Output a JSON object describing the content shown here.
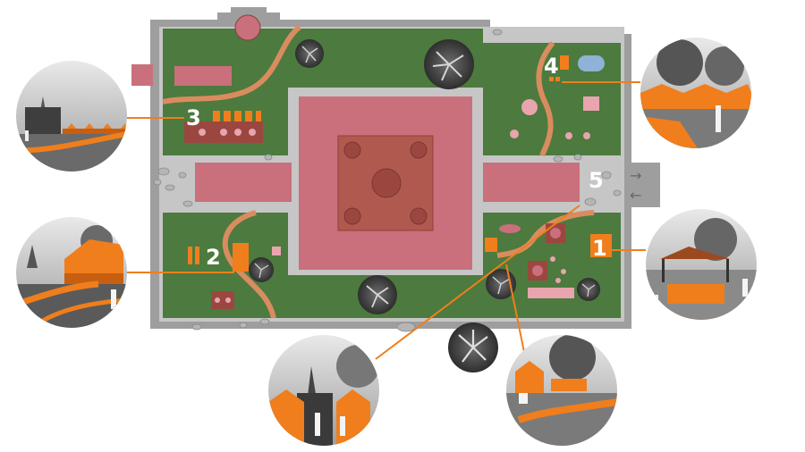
{
  "colors": {
    "wall": "#9a9a9a",
    "path": "#bdbdbd",
    "grass": "#4d7a3e",
    "temple": "#c9707c",
    "temple_core": "#b05a4f",
    "orange": "#f07e1c",
    "pond": "#8eb3d6",
    "pink": "#e8a5ae",
    "tree_dark": "#3a3a3a",
    "rock": "#b5b5b5"
  },
  "markers": [
    {
      "id": "1",
      "label": "1"
    },
    {
      "id": "2",
      "label": "2"
    },
    {
      "id": "3",
      "label": "3"
    },
    {
      "id": "4",
      "label": "4"
    },
    {
      "id": "5",
      "label": "5"
    }
  ],
  "arrows": {
    "in": "→",
    "out": "←"
  },
  "photos": [
    {
      "name": "photo-zone-3",
      "subject": "stall-row-with-chedi"
    },
    {
      "name": "photo-zone-2",
      "subject": "tent-and-path"
    },
    {
      "name": "photo-zone-4",
      "subject": "lantern-stalls"
    },
    {
      "name": "photo-zone-1",
      "subject": "canopy-market"
    },
    {
      "name": "photo-zone-5",
      "subject": "temple-gate"
    },
    {
      "name": "photo-zone-6",
      "subject": "garden-stalls"
    }
  ]
}
